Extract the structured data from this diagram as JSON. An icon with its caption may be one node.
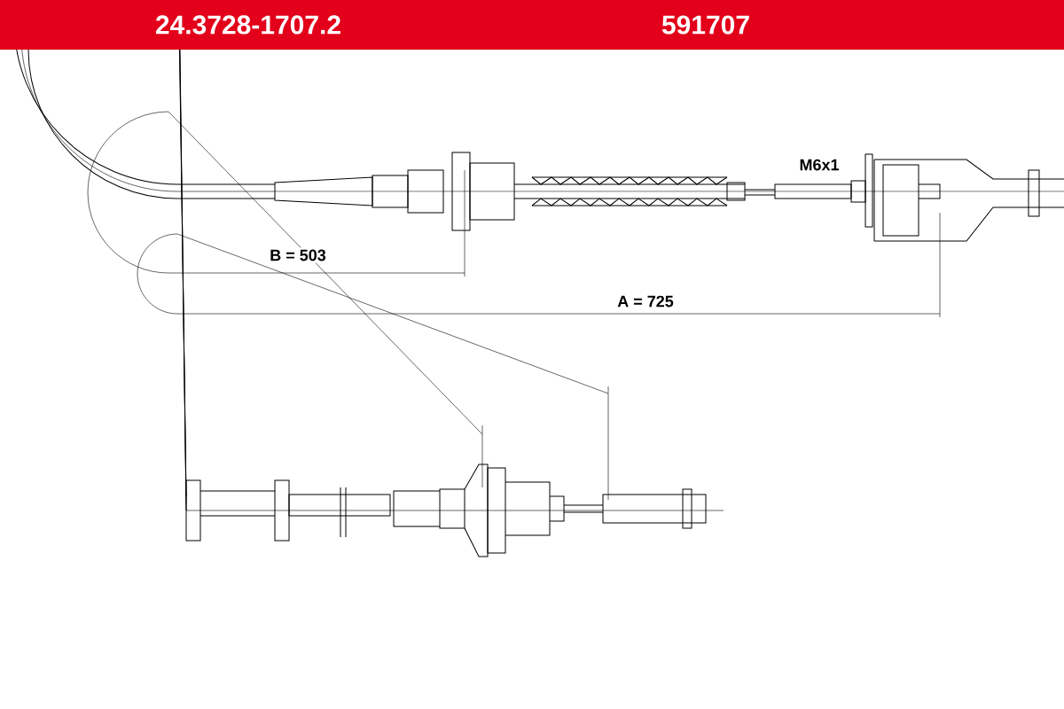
{
  "diagram": {
    "labels": [
      "24.3728-1707.2",
      "591707",
      "M6x1",
      "B = 503",
      "A = 725"
    ]
  }
}
